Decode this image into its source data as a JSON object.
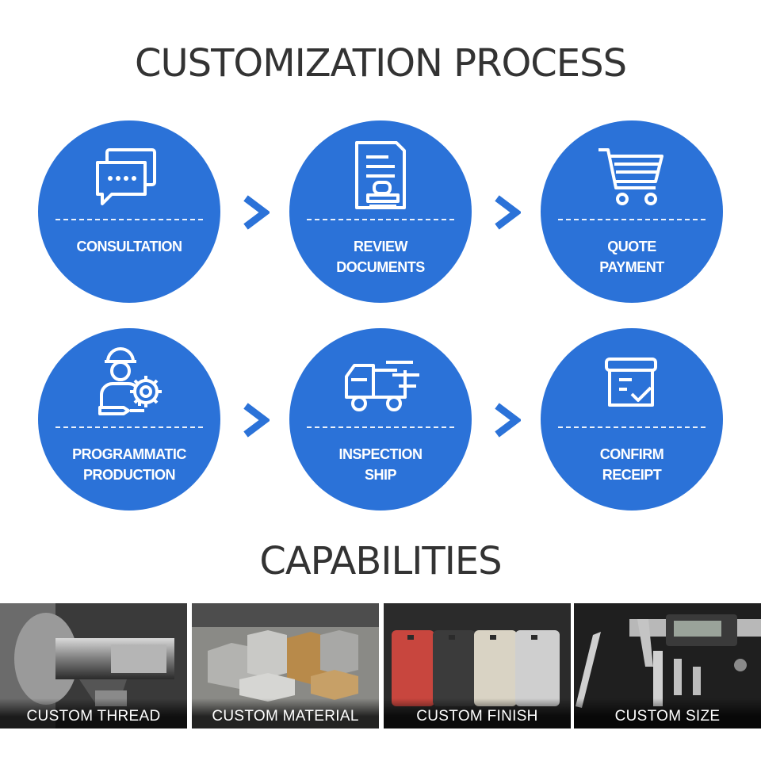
{
  "process": {
    "title": "CUSTOMIZATION PROCESS",
    "steps": [
      {
        "line1": "CONSULTATION",
        "line2": "",
        "icon": "chat-bubbles-icon"
      },
      {
        "line1": "REVIEW",
        "line2": "DOCUMENTS",
        "icon": "document-stamp-icon"
      },
      {
        "line1": "QUOTE",
        "line2": "PAYMENT",
        "icon": "shopping-cart-icon"
      },
      {
        "line1": "PROGRAMMATIC",
        "line2": "PRODUCTION",
        "icon": "worker-gear-icon"
      },
      {
        "line1": "INSPECTION",
        "line2": "SHIP",
        "icon": "delivery-truck-icon"
      },
      {
        "line1": "CONFIRM",
        "line2": "RECEIPT",
        "icon": "box-check-icon"
      }
    ]
  },
  "capabilities": {
    "title": "CAPABILITIES",
    "items": [
      {
        "label": "CUSTOM THREAD"
      },
      {
        "label": "CUSTOM MATERIAL"
      },
      {
        "label": "CUSTOM FINISH"
      },
      {
        "label": "CUSTOM SIZE"
      }
    ]
  },
  "colors": {
    "accent": "#2B72D8",
    "title": "#333333"
  }
}
